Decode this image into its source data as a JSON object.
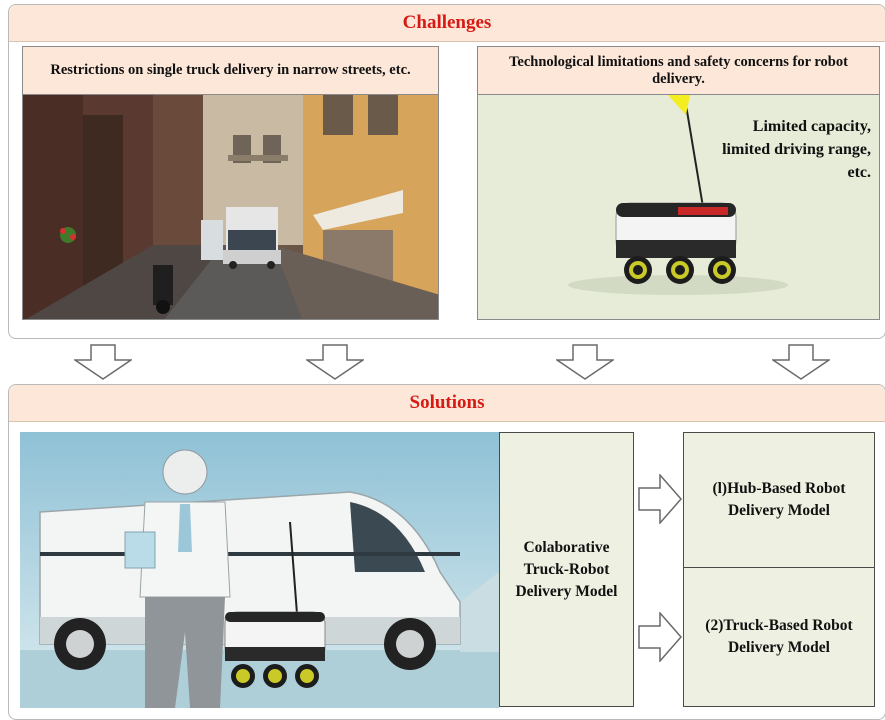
{
  "challenges": {
    "title": "Challenges",
    "left_caption": "Restrictions on single truck delivery in narrow streets, etc.",
    "right_caption": "Technological limitations and safety concerns for robot delivery.",
    "robot_note": "Limited capacity, limited driving range, etc."
  },
  "solutions": {
    "title": "Solutions",
    "center_box": "Colaborative Truck-Robot Delivery Model",
    "model_1": "(l)Hub-Based Robot Delivery Model",
    "model_2": "(2)Truck-Based Robot Delivery Model"
  },
  "colors": {
    "header_bg": "#fce7d8",
    "header_text": "#d61b14",
    "box_bg": "#eef1e2",
    "robot_bg": "#e6ecd8"
  },
  "icons": [
    "down-arrow-icon",
    "right-arrow-icon"
  ]
}
